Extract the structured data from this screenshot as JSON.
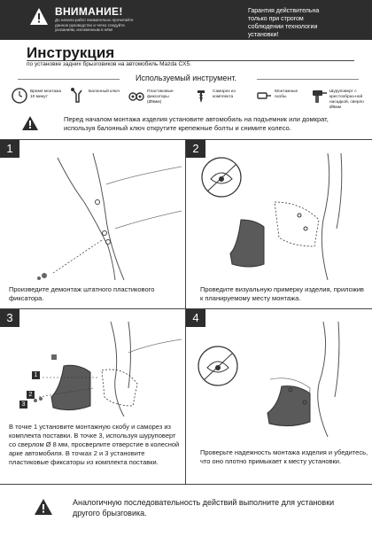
{
  "header": {
    "warning_title": "ВНИМАНИЕ!",
    "warning_sub": "До начала работ внимательно прочитайте данное руководство и четко следуйте указаниям, изложенным в нём!",
    "guarantee": "Гарантия действительна только при строгом соблюдении технологии установки!"
  },
  "title": "Инструкция",
  "subtitle": "по установке задних брызговиков на автомобиль Mazda CX5.",
  "tools": {
    "heading": "Используемый инструмент.",
    "items": [
      {
        "label": "Время монтажа 10 минут",
        "icon": "clock-icon"
      },
      {
        "label": "Балонный ключ",
        "icon": "wrench-icon"
      },
      {
        "label": "Пластиковые фиксаторы (Ø8мм)",
        "icon": "clips-icon"
      },
      {
        "label": "Саморез из комплекта",
        "icon": "screw-icon"
      },
      {
        "label": "Монтажные скобы",
        "icon": "brackets-icon"
      },
      {
        "label": "Шуруповерт с крестообраз-ной насадкой, сверло Ø8мм",
        "icon": "drill-icon"
      }
    ]
  },
  "notice": "Перед началом монтажа изделия установите автомобиль  на подъемник или домкрат, используя балонный ключ открутите крепежные болты и снимите колесо.",
  "steps": [
    {
      "num": "1",
      "caption": "Произведите демонтаж штатного пластикового фиксатора."
    },
    {
      "num": "2",
      "caption": "Проведите визуальную примерку изделия, приложив к планируемому месту монтажа."
    },
    {
      "num": "3",
      "caption": "В точке 1 установите монтажную скобу и саморез из комплекта поставки. В точке 3, используя шуруповерт со сверлом Ø 8 мм, просверлите отверстие в колесной арке автомобиля. В точках 2 и 3 установите пластиковые фиксаторы из комплекта поставки.",
      "markers": [
        "1",
        "2",
        "3"
      ]
    },
    {
      "num": "4",
      "caption": "Проверьте надежность монтажа изделия и убедитесь, что оно плотно примыкает к месту установки."
    }
  ],
  "footer": "Аналогичную последовательность действий выполните для установки другого брызговика.",
  "colors": {
    "dark": "#2d2d2d",
    "mudflap": "#5a5a5a"
  }
}
